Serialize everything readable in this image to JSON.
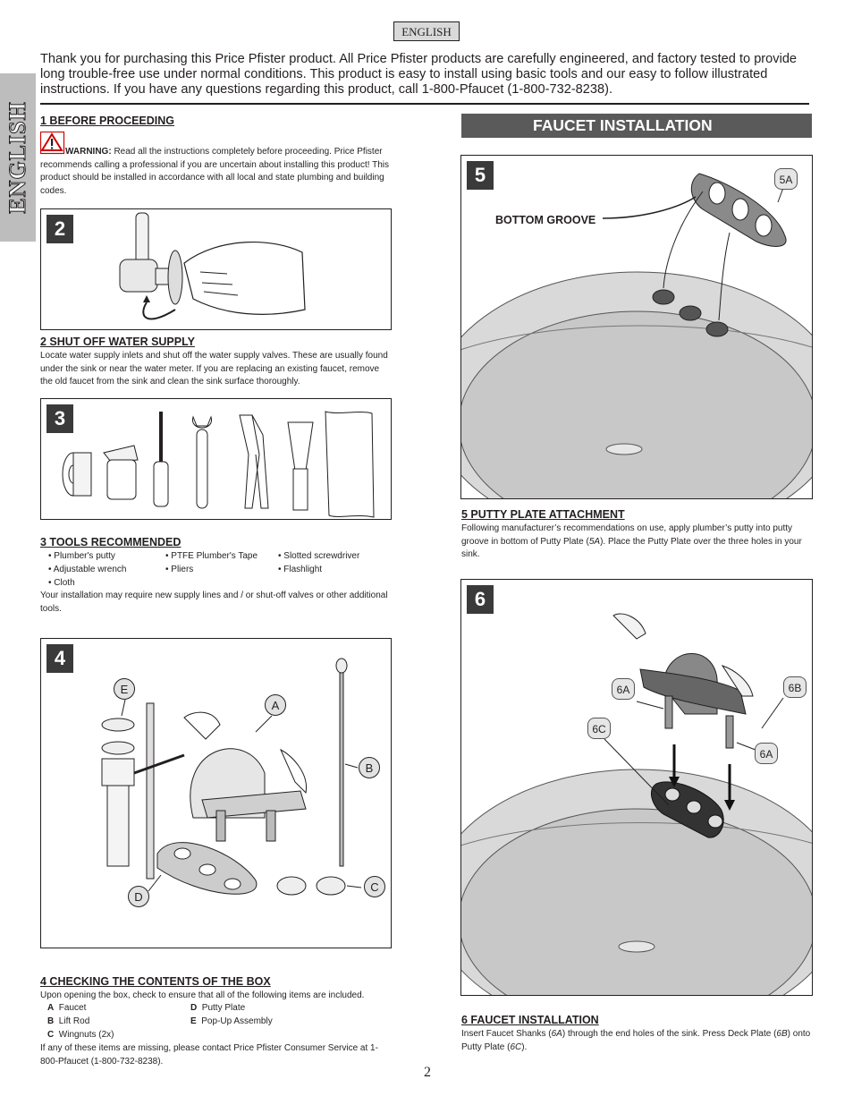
{
  "header": {
    "language": "ENGLISH",
    "side_tab": "ENGLISH"
  },
  "intro": "Thank you for purchasing this Price Pfister product.  All Price Pfister products are carefully engineered, and factory tested to provide long trouble-free use under normal conditions.  This product is easy to install using basic tools and our easy to follow illustrated instructions.  If you have any questions regarding this product, call 1-800-Pfaucet (1-800-732-8238).",
  "section1": {
    "title": "1   BEFORE PROCEEDING",
    "warning_label": "WARNING:",
    "text": " Read all the instructions completely before proceeding. Price Pfister recommends calling a professional if you are uncertain about installing this product! This product should be installed in accordance with all local and state plumbing and building codes."
  },
  "step2": {
    "num": "2"
  },
  "section2": {
    "title": "2   SHUT OFF WATER SUPPLY",
    "text": "Locate water supply inlets and shut off the water supply valves.  These are usually found under the sink or near the water meter.  If you are replacing an existing faucet, remove the old faucet from the sink and clean the sink surface thoroughly."
  },
  "step3": {
    "num": "3"
  },
  "section3": {
    "title": "3   TOOLS RECOMMENDED",
    "tools": [
      "• Plumber's putty",
      "• PTFE Plumber's Tape",
      "• Slotted screwdriver",
      "• Adjustable wrench",
      "• Pliers",
      "• Flashlight",
      "• Cloth"
    ],
    "note": "Your installation may require new supply lines and / or shut-off valves or other additional tools."
  },
  "step4": {
    "num": "4",
    "labels": {
      "a": "A",
      "b": "B",
      "c": "C",
      "d": "D",
      "e": "E"
    }
  },
  "section4": {
    "title": "4  CHECKING THE CONTENTS OF THE BOX",
    "intro": "Upon opening the box, check to ensure that all of the following items are included.",
    "items": [
      {
        "letter": "A",
        "name": "Faucet"
      },
      {
        "letter": "D",
        "name": "Putty Plate"
      },
      {
        "letter": "B",
        "name": "Lift Rod"
      },
      {
        "letter": "E",
        "name": "Pop-Up Assembly"
      },
      {
        "letter": "C",
        "name": "Wingnuts (2x)"
      }
    ],
    "missing": "If any of these items are missing, please contact Price Pfister Consumer Service at 1-800-Pfaucet (1-800-732-8238)."
  },
  "faucet_installation": {
    "title": "FAUCET INSTALLATION"
  },
  "step5": {
    "num": "5",
    "label_5a": "5A",
    "bottom_groove": "BOTTOM GROOVE"
  },
  "section5": {
    "title": "5  PUTTY PLATE ATTACHMENT",
    "text_before": "Following manufacturer’s recommendations on use, apply plumber’s putty into putty groove in bottom of Putty Plate (",
    "ref": "5A",
    "text_after": ").  Place the Putty Plate over the three holes in your sink."
  },
  "step6": {
    "num": "6",
    "labels": {
      "a1": "6A",
      "b": "6B",
      "c": "6C",
      "a2": "6A"
    }
  },
  "section6": {
    "title": "6  FAUCET INSTALLATION",
    "t1": "Insert Faucet Shanks (",
    "r1": "6A",
    "t2": ") through the end holes of the sink. Press Deck Plate (",
    "r2": "6B",
    "t3": ") onto Putty Plate (",
    "r3": "6C",
    "t4": ")."
  },
  "page_number": "2"
}
